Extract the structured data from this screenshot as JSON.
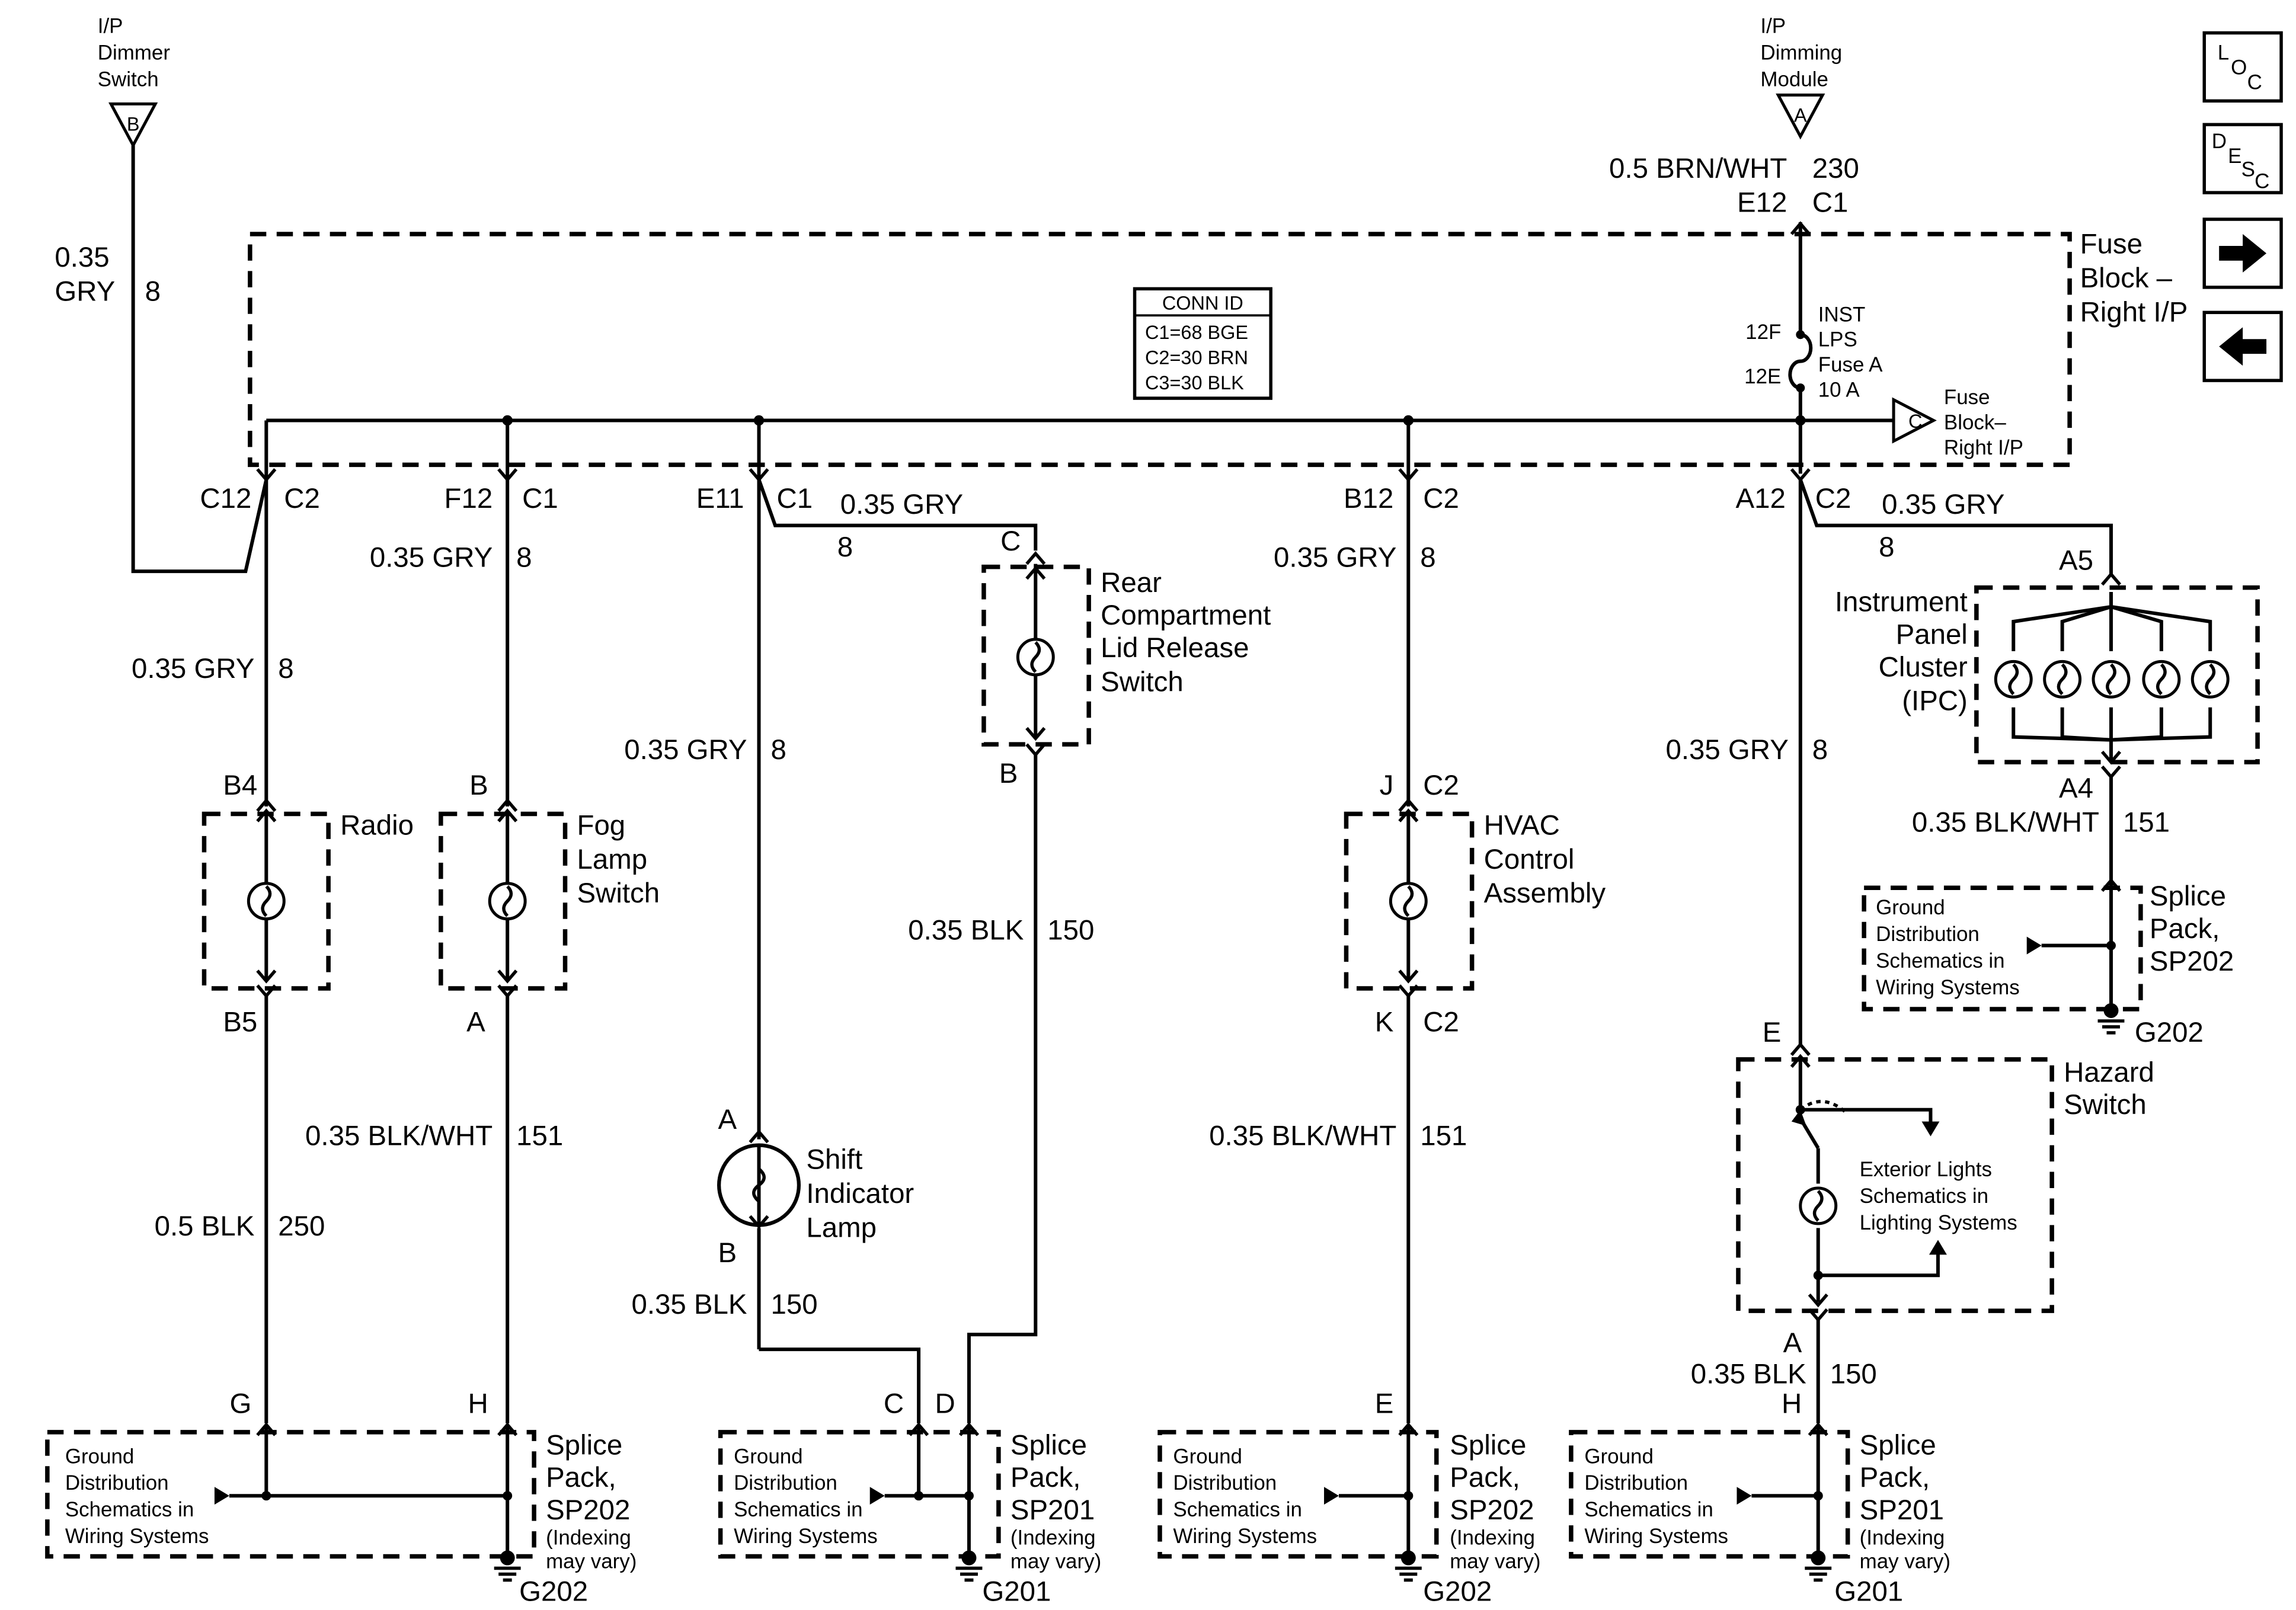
{
  "top": {
    "dimmer_switch": {
      "lines": [
        "I/P",
        "Dimmer",
        "Switch"
      ],
      "marker": "B"
    },
    "dimming_module": {
      "lines": [
        "I/P",
        "Dimming",
        "Module"
      ],
      "marker": "A"
    },
    "feed_wire_label": "0.5 BRN/WHT",
    "feed_circuit": "230",
    "feed_pin": "E12",
    "feed_connector": "C1",
    "left_wire_size": "0.35",
    "left_wire_color": "GRY",
    "left_circuit": "8"
  },
  "fuse_block": {
    "lines": [
      "Fuse",
      "Block –",
      "Right I/P"
    ],
    "conn_id": {
      "title": "CONN ID",
      "rows": [
        "C1=68 BGE",
        "C2=30 BRN",
        "C3=30 BLK"
      ]
    },
    "fuse": {
      "top_pin": "12F",
      "bottom_pin": "12E",
      "lines": [
        "INST",
        "LPS",
        "Fuse A",
        "10 A"
      ]
    },
    "offpage": {
      "marker": "C",
      "lines": [
        "Fuse",
        "Block–",
        "Right I/P"
      ]
    }
  },
  "branches": {
    "radio": {
      "pin": "C12",
      "conn": "C2",
      "wire": "0.35 GRY",
      "circuit": "8",
      "in_pin": "B4",
      "name": "Radio",
      "out_pin": "B5",
      "ground_wire": "0.5 BLK",
      "ground_circuit": "250",
      "splice_pin": "G"
    },
    "fog": {
      "pin": "F12",
      "conn": "C1",
      "wire": "0.35 GRY",
      "circuit": "8",
      "in_pin": "B",
      "lines": [
        "Fog",
        "Lamp",
        "Switch"
      ],
      "out_pin": "A",
      "ground_wire": "0.35 BLK/WHT",
      "ground_circuit": "151",
      "splice_pin": "H"
    },
    "shift": {
      "pin": "E11",
      "conn": "C1",
      "wire": "0.35 GRY",
      "circuit": "8",
      "in_pin": "A",
      "lines": [
        "Shift",
        "Indicator",
        "Lamp"
      ],
      "out_pin": "B",
      "ground_wire": "0.35 BLK",
      "ground_circuit": "150",
      "splice_pin": "C"
    },
    "rear": {
      "wire": "0.35 GRY",
      "circuit": "8",
      "in_pin": "C",
      "lines": [
        "Rear",
        "Compartment",
        "Lid Release",
        "Switch"
      ],
      "out_pin": "B",
      "ground_wire": "0.35 BLK",
      "ground_circuit": "150",
      "splice_pin": "D"
    },
    "hvac": {
      "pin": "B12",
      "conn": "C2",
      "wire": "0.35 GRY",
      "circuit": "8",
      "in_pin": "J",
      "in_conn": "C2",
      "lines": [
        "HVAC",
        "Control",
        "Assembly"
      ],
      "out_pin": "K",
      "out_conn": "C2",
      "ground_wire": "0.35 BLK/WHT",
      "ground_circuit": "151",
      "splice_pin": "E"
    },
    "ipc": {
      "pin": "A12",
      "conn": "C2",
      "wire": "0.35 GRY",
      "circuit": "8",
      "in_pin": "A5",
      "lines": [
        "Instrument",
        "Panel",
        "Cluster",
        "(IPC)"
      ],
      "out_pin": "A4",
      "ground_wire": "0.35 BLK/WHT",
      "ground_circuit": "151"
    },
    "hazard": {
      "wire": "0.35 GRY",
      "circuit": "8",
      "in_pin": "E",
      "lines": [
        "Hazard",
        "Switch"
      ],
      "ext_lines": [
        "Exterior Lights",
        "Schematics in",
        "Lighting Systems"
      ],
      "out_pin": "A",
      "ground_wire": "0.35 BLK",
      "ground_circuit": "150",
      "splice_pin": "H"
    }
  },
  "ground_note": [
    "Ground",
    "Distribution",
    "Schematics in",
    "Wiring Systems"
  ],
  "splice_packs": {
    "sp202_a": {
      "lines": [
        "Splice",
        "Pack,",
        "SP202",
        "(Indexing",
        "may vary)"
      ],
      "ground": "G202"
    },
    "sp201_a": {
      "lines": [
        "Splice",
        "Pack,",
        "SP201",
        "(Indexing",
        "may vary)"
      ],
      "ground": "G201"
    },
    "sp202_b": {
      "lines": [
        "Splice",
        "Pack,",
        "SP202",
        "(Indexing",
        "may vary)"
      ],
      "ground": "G202"
    },
    "sp201_b": {
      "lines": [
        "Splice",
        "Pack,",
        "SP201",
        "(Indexing",
        "may vary)"
      ],
      "ground": "G201"
    },
    "sp202_c": {
      "lines": [
        "Splice",
        "Pack,",
        "SP202"
      ],
      "ground": "G202"
    }
  },
  "nav": {
    "loc": [
      "L",
      "O",
      "C"
    ],
    "desc": [
      "D",
      "E",
      "S",
      "C"
    ],
    "next_icon": "arrow-right-icon",
    "prev_icon": "arrow-left-icon"
  }
}
